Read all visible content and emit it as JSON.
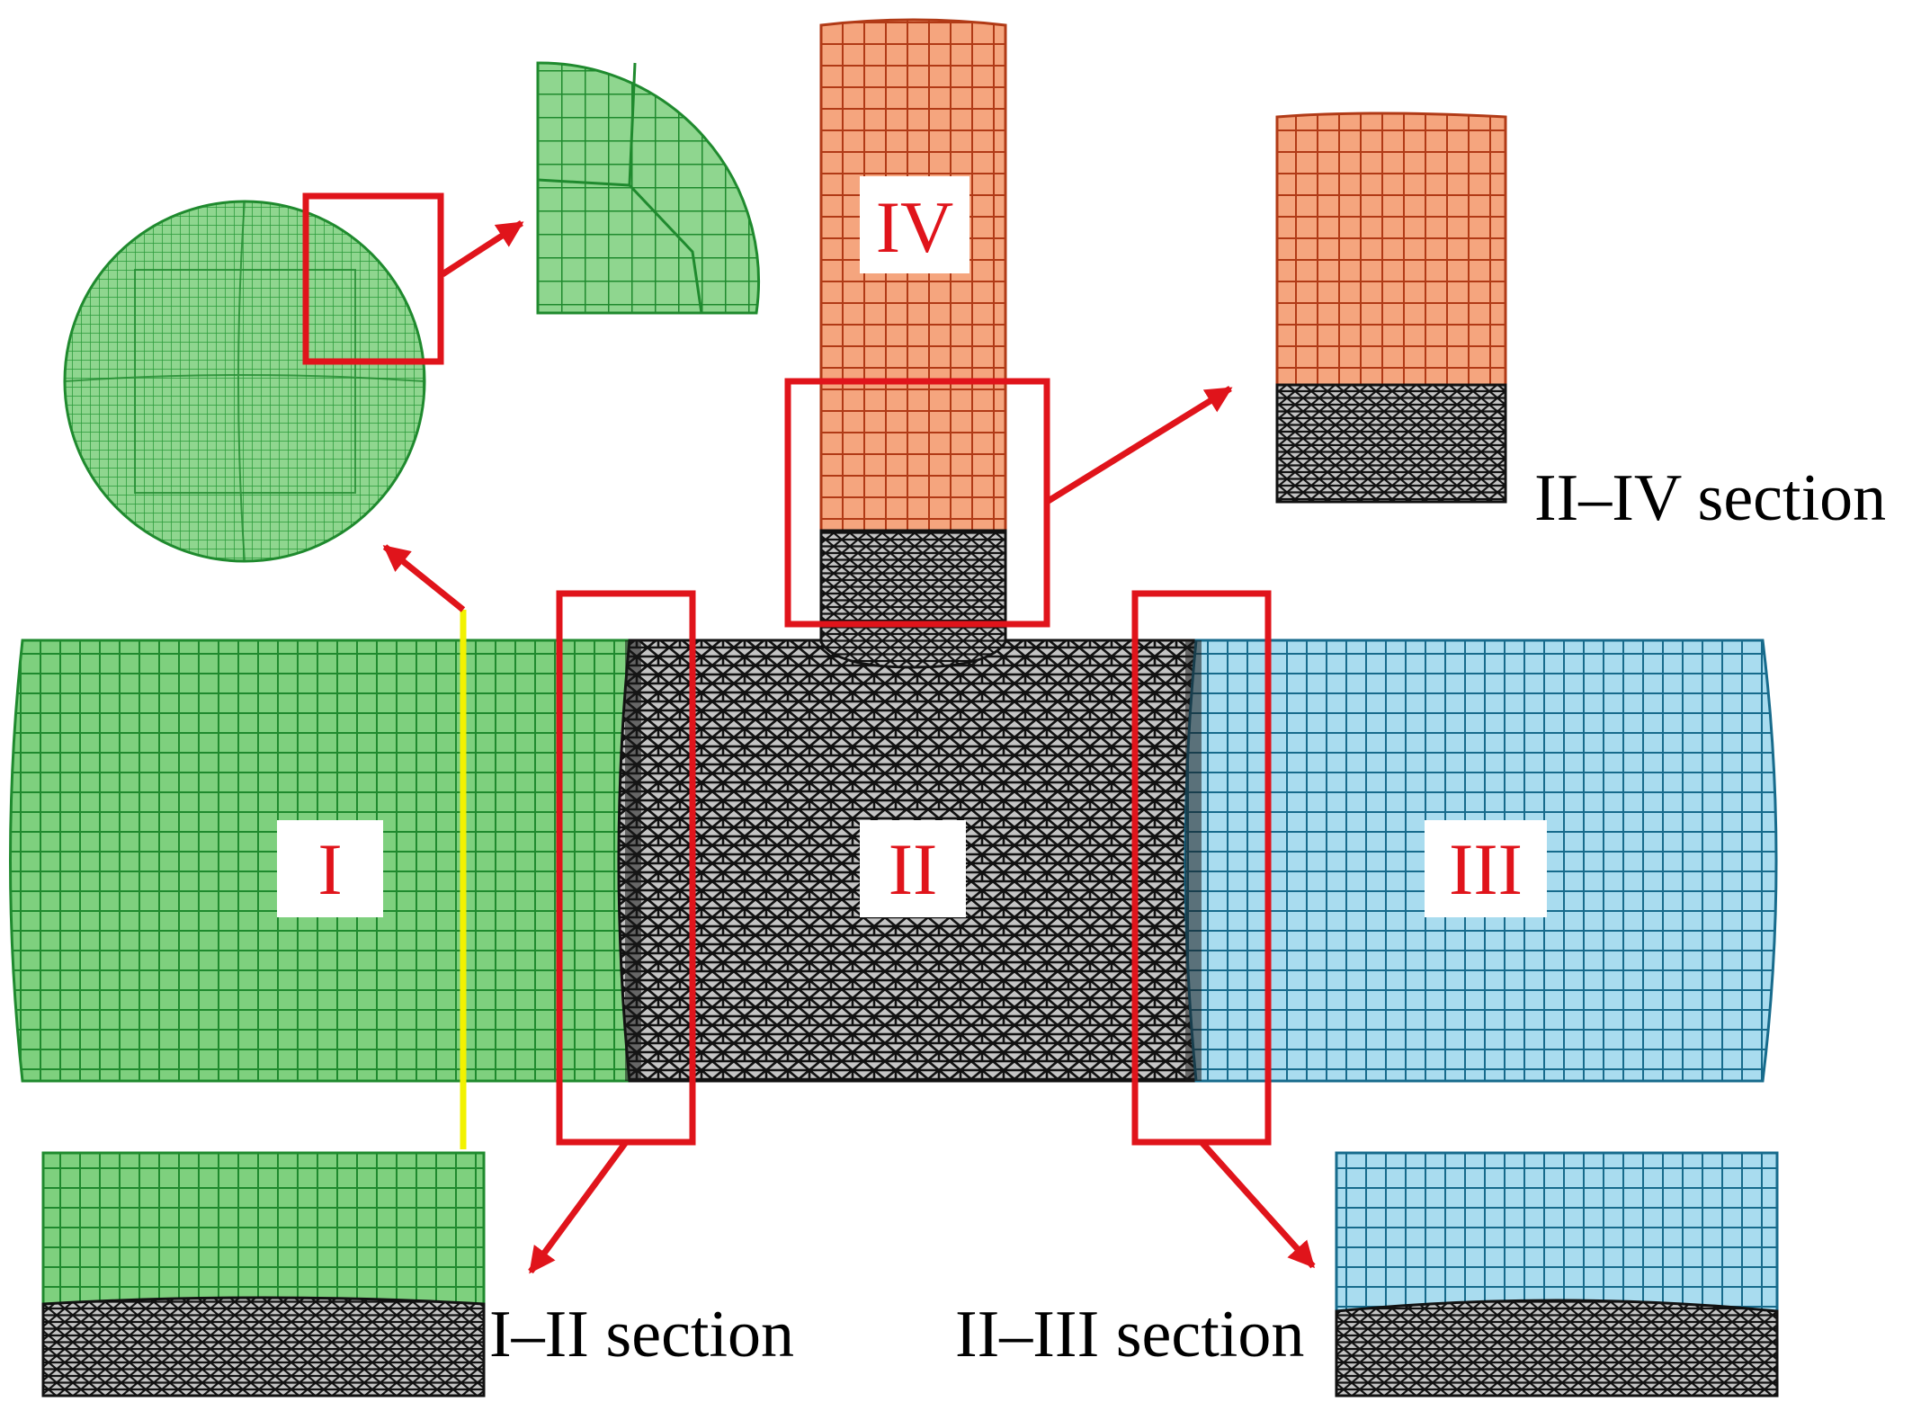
{
  "colors": {
    "green_fill": "#7ed07e",
    "green_line": "#1f8a2e",
    "orange_fill": "#f5a57e",
    "orange_line": "#b13a16",
    "blue_fill": "#a9dcef",
    "blue_line": "#176b8c",
    "gray_fill": "#bdbdbd",
    "gray_line": "#111111",
    "callout_red": "#e0141b",
    "cut_line_yellow": "#f2f200"
  },
  "regions": {
    "region_1": "I",
    "region_2": "II",
    "region_3": "III",
    "region_4": "IV"
  },
  "sections": {
    "section_1_2": "I–II section",
    "section_2_3": "II–III section",
    "section_2_4": "II–IV section"
  }
}
